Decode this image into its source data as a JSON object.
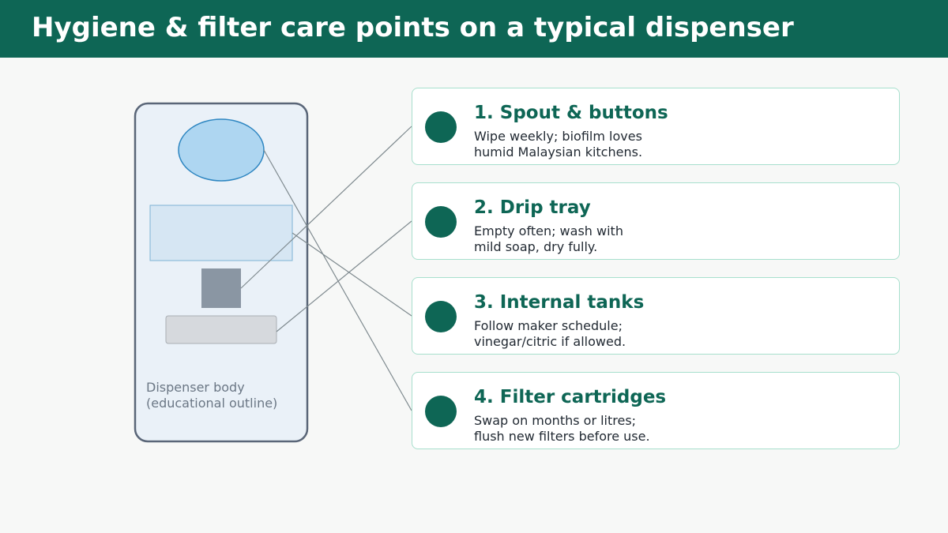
{
  "header": {
    "title": "Hygiene & filter care points on a typical dispenser"
  },
  "dispenser": {
    "caption_line1": "Dispenser body",
    "caption_line2": "(educational outline)"
  },
  "care_points": [
    {
      "title": "1. Spout & buttons",
      "desc_line1": "Wipe weekly; biofilm loves",
      "desc_line2": "humid Malaysian kitchens."
    },
    {
      "title": "2. Drip tray",
      "desc_line1": "Empty often; wash with",
      "desc_line2": "mild soap, dry fully."
    },
    {
      "title": "3. Internal tanks",
      "desc_line1": "Follow maker schedule;",
      "desc_line2": "vinegar/citric if allowed."
    },
    {
      "title": "4. Filter cartridges",
      "desc_line1": "Swap on months or litres;",
      "desc_line2": "flush new filters before use."
    }
  ],
  "colors": {
    "brand": "#0e6655",
    "card_border": "#a7dfcd",
    "body_fill": "#eaf1f8",
    "body_stroke": "#5a6678",
    "tank_ellipse": "#aed6f1",
    "filter_rect": "#d6e6f3",
    "spout": "#8a96a3",
    "tray": "#d6d9dd",
    "connector": "#7f8a8f"
  }
}
